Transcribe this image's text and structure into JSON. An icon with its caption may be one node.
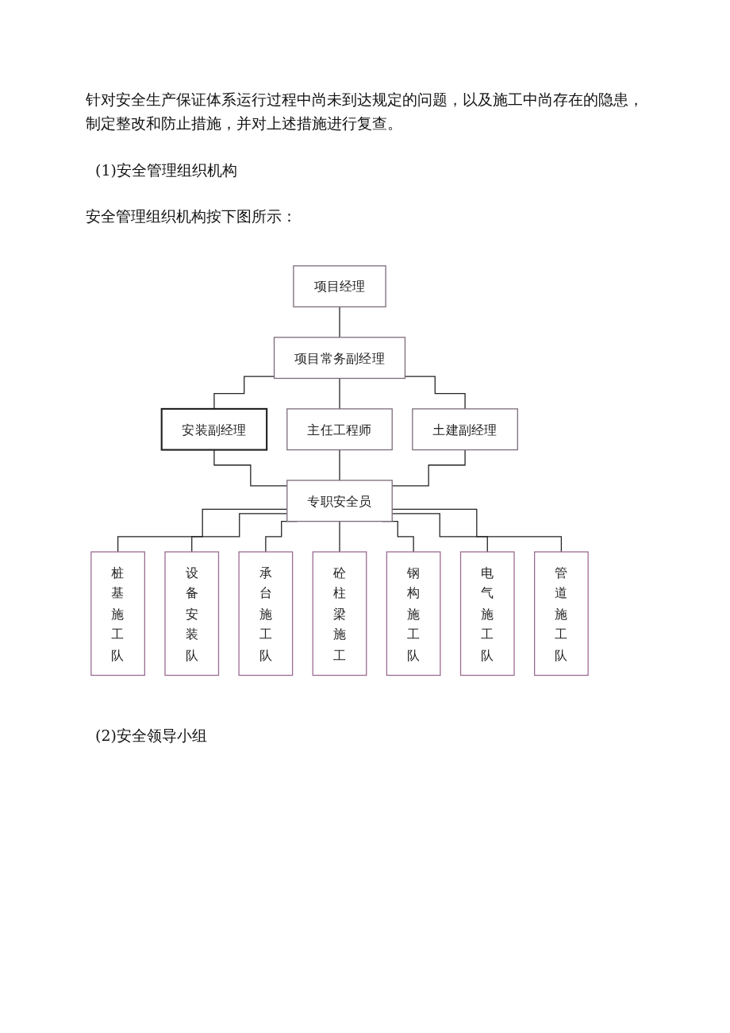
{
  "diagram": {
    "nodes": [
      {
        "text": [
          "项目经理"
        ]
      },
      {
        "text": [
          "项目常务副经理"
        ]
      },
      {
        "text": [
          "安装副经理"
        ]
      },
      {
        "text": [
          "主任工程师"
        ]
      },
      {
        "text": [
          "土建副经理"
        ]
      },
      {
        "text": [
          "专职安全员"
        ]
      },
      {
        "text": [
          "桩基施工队"
        ]
      },
      {
        "text": [
          "设备安装队"
        ]
      },
      {
        "text": [
          "承台施工队"
        ]
      },
      {
        "text": [
          "砼柱梁施工"
        ]
      },
      {
        "text": [
          "钢构施工队"
        ]
      },
      {
        "text": [
          "电气施工队"
        ]
      },
      {
        "text": [
          "管道施工队"
        ]
      }
    ],
    "edges": [
      {
        "from": 0,
        "to": 1,
        "arrow": "none"
      },
      {
        "from": 1,
        "to": 2,
        "arrow": "none"
      },
      {
        "from": 1,
        "to": 3,
        "arrow": "none"
      },
      {
        "from": 1,
        "to": 4,
        "arrow": "none"
      },
      {
        "from": 2,
        "to": 5,
        "arrow": "none"
      },
      {
        "from": 3,
        "to": 5,
        "arrow": "none"
      },
      {
        "from": 4,
        "to": 5,
        "arrow": "none"
      },
      {
        "from": 5,
        "to": 6,
        "arrow": "none"
      },
      {
        "from": 5,
        "to": 7,
        "arrow": "none"
      },
      {
        "from": 5,
        "to": 8,
        "arrow": "none"
      },
      {
        "from": 5,
        "to": 9,
        "arrow": "none"
      },
      {
        "from": 5,
        "to": 10,
        "arrow": "none"
      },
      {
        "from": 5,
        "to": 11,
        "arrow": "none"
      },
      {
        "from": 5,
        "to": 12,
        "arrow": "none"
      }
    ],
    "labels": [
      "针对安全生产保证体系运行过程中尚未到达规定的问题，以及施工中尚存在的隐患，制定整改和防止措施，并对上述措施进行复查。",
      "(1)安全管理组织机构",
      "安全管理组织机构按下图所示：",
      "(2)安全领导小组"
    ]
  }
}
